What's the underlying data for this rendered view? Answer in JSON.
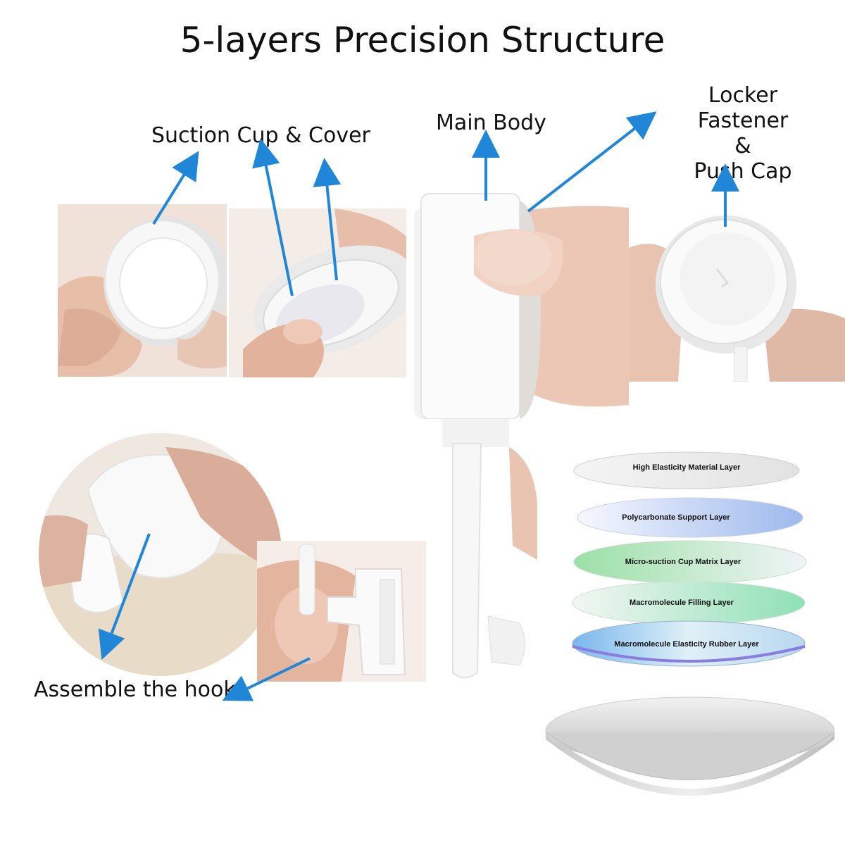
{
  "title": "5-layers Precision Structure",
  "callouts": {
    "suction": "Suction Cup & Cover",
    "main_body": "Main Body",
    "locker_line1": "Locker Fastener",
    "locker_line2": "&",
    "locker_line3": "Push Cap",
    "assemble": "Assemble the hook"
  },
  "layers": [
    "High Elasticity Material Layer",
    "Polycarbonate Support Layer",
    "Micro-suction Cup Matrix Layer",
    "Macromolecule Filling Layer",
    "Macromolecule Elasticity Rubber Layer"
  ],
  "colors": {
    "arrow": "#1f86d8",
    "skin": "#e8c3b0",
    "plastic": "#f6f6f6"
  }
}
